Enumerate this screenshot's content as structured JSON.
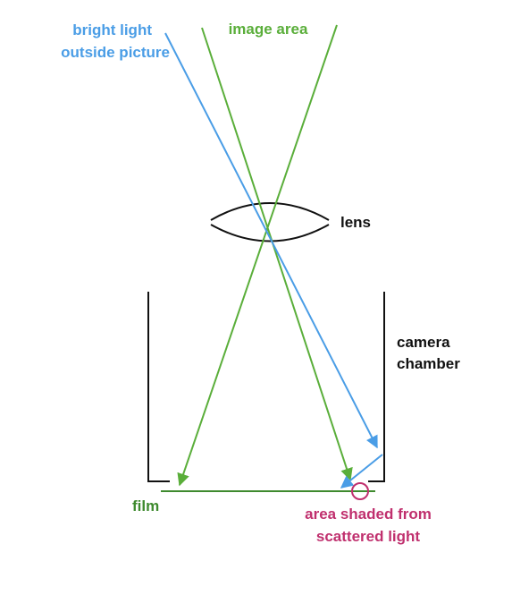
{
  "labels": {
    "bright_light_line1": "bright light",
    "bright_light_line2": "outside picture",
    "image_area": "image area",
    "lens": "lens",
    "camera_line1": "camera",
    "camera_line2": "chamber",
    "film": "film",
    "shaded_line1": "area shaded from",
    "shaded_line2": "scattered light"
  },
  "colors": {
    "blue": "#4a9de6",
    "green": "#5aae3a",
    "dark_green": "#3e8a2e",
    "black": "#111111",
    "magenta": "#c0306e"
  }
}
